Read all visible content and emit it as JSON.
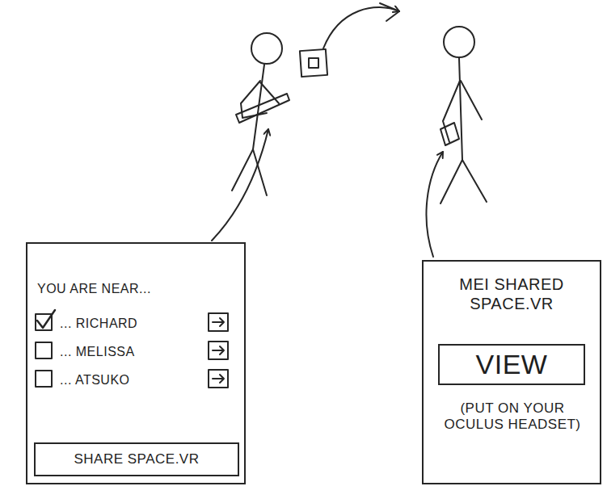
{
  "diagram": {
    "nodes": [
      {
        "text": [
          "YOU ARE NEAR...",
          "... RICHARD",
          "... MELISSA",
          "... ATSUKO"
        ]
      },
      {
        "text": [
          "SHARE SPACE.VR"
        ],
        "in": 0
      },
      {
        "text": [
          "MEI SHARED SPACE.VR",
          "(PUT ON YOUR OCULUS HEADSET)"
        ]
      },
      {
        "text": [
          "VIEW"
        ],
        "in": 2
      }
    ],
    "edges": []
  }
}
